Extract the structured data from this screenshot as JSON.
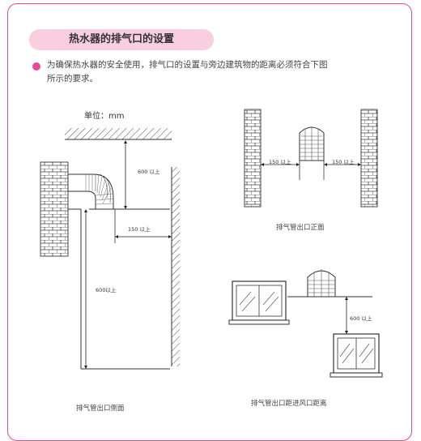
{
  "title": "热水器的排气口的设置",
  "intro": {
    "line1": "为确保热水器的安全使用，排气口的设置与旁边建筑物的距离必须符合下图",
    "line2": "所示的要求。"
  },
  "unit_label": "单位：mm",
  "side_view": {
    "top_clearance": "600 以上",
    "side_clearance": "150 以上",
    "bottom_clearance": "600以上",
    "caption": "排气管出口侧面"
  },
  "front_view": {
    "left_clearance": "150 以上",
    "right_clearance": "150 以上",
    "caption": "排气管出口正面"
  },
  "window_view": {
    "clearance": "600 以上",
    "caption": "排气管出口距进风口距离"
  },
  "colors": {
    "accent": "#e8479a",
    "pill": "#f9cfe0"
  }
}
